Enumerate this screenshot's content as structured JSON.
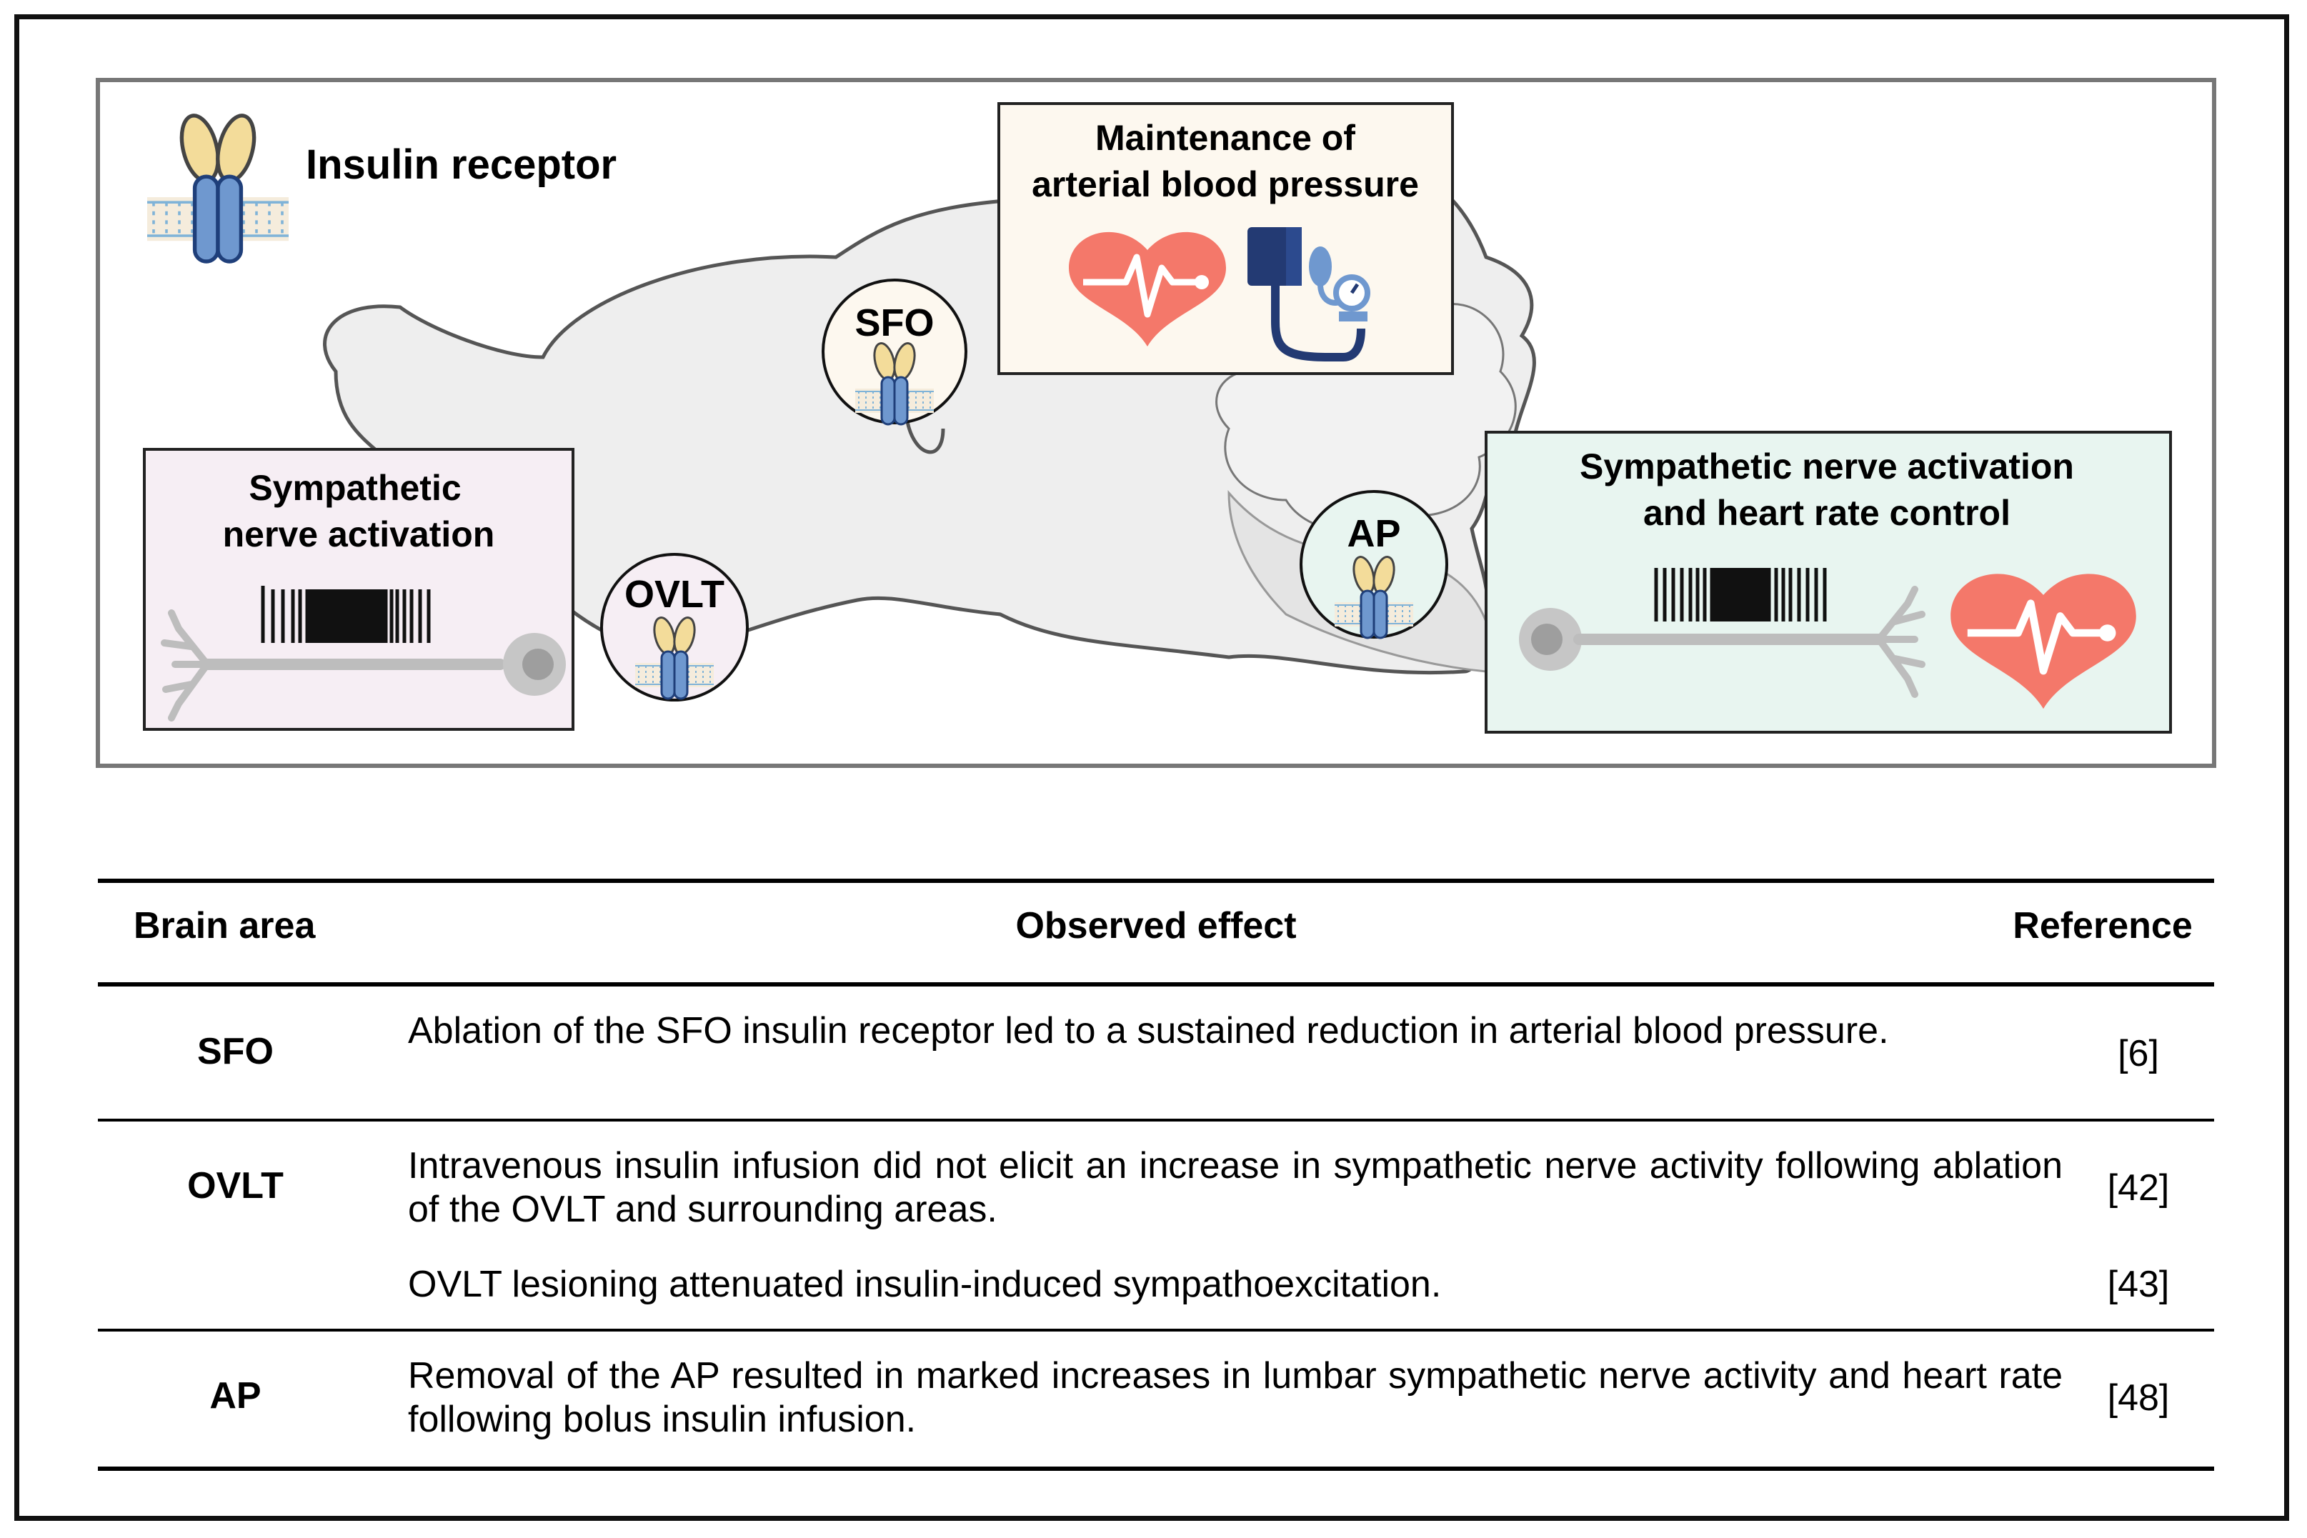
{
  "legend": {
    "insulin_receptor_label": "Insulin receptor"
  },
  "regions": {
    "sfo": "SFO",
    "ovlt": "OVLT",
    "ap": "AP"
  },
  "boxes": {
    "blood_pressure": {
      "line1": "Maintenance of",
      "line2": "arterial blood pressure"
    },
    "sympathetic_left": {
      "line1": "Sympathetic",
      "line2": "nerve activation"
    },
    "sympathetic_right": {
      "line1": "Sympathetic nerve activation",
      "line2": "and heart rate control"
    }
  },
  "colors": {
    "bp_box": "#fdf8ef",
    "left_box": "#f6eef4",
    "right_box": "#e8f5f0",
    "heart": "#f4786a",
    "receptor_blue": "#6f98cf",
    "receptor_yellow": "#f3dc9a",
    "brain_fill": "#eeeeee"
  },
  "table": {
    "headers": {
      "area": "Brain area",
      "effect": "Observed effect",
      "reference": "Reference"
    },
    "rows": [
      {
        "area": "SFO",
        "effects": [
          {
            "text": "Ablation of the SFO insulin receptor led to a sustained reduction in arterial blood pressure.",
            "ref": "[6]"
          }
        ]
      },
      {
        "area": "OVLT",
        "effects": [
          {
            "text": "Intravenous insulin infusion did not elicit an increase in sympathetic nerve activity following ablation of the OVLT and surrounding areas.",
            "ref": "[42]"
          },
          {
            "text": "OVLT lesioning attenuated insulin-induced sympathoexcitation.",
            "ref": "[43]"
          }
        ]
      },
      {
        "area": "AP",
        "effects": [
          {
            "text": "Removal of the AP resulted in marked increases in lumbar sympathetic nerve activity and heart rate following bolus insulin infusion.",
            "ref": "[48]"
          }
        ]
      }
    ]
  }
}
